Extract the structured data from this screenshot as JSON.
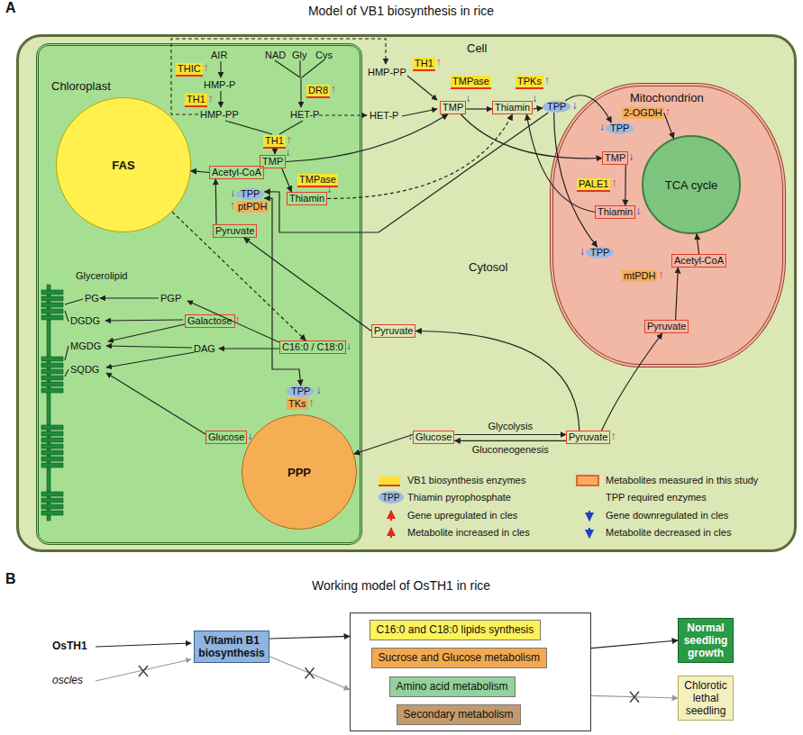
{
  "diagram": {
    "title": "Model of VB1 biosynthesis in rice",
    "nodes": [
      {
        "text": [
          "Cell"
        ]
      },
      {
        "text": [
          "Chloroplast"
        ],
        "in": 0
      },
      {
        "text": [
          "THIC",
          "↑"
        ],
        "in": 1
      },
      {
        "text": [
          "DR8",
          "↑"
        ],
        "in": 1
      },
      {
        "text": [
          "TH1",
          "↑"
        ],
        "in": 1
      },
      {
        "text": [
          "FAS"
        ],
        "in": 1
      },
      {
        "text": [
          "TH1",
          "↑"
        ],
        "in": 1
      },
      {
        "text": [
          "TMP",
          "↓"
        ],
        "in": 1
      },
      {
        "text": [
          "TMPase"
        ],
        "in": 1
      },
      {
        "text": [
          "Acetyl-CoA"
        ],
        "in": 1
      },
      {
        "text": [
          "Thiamin",
          "↓"
        ],
        "in": 1
      },
      {
        "text": [
          "TPP",
          "↓"
        ],
        "in": 1
      },
      {
        "text": [
          "ptPDH",
          "↑"
        ],
        "in": 1
      },
      {
        "text": [
          "Pyruvate"
        ],
        "in": 1
      },
      {
        "text": [
          "Galactose",
          "↑"
        ],
        "in": 1
      },
      {
        "text": [
          "C16:0 / C18:0",
          "↓"
        ],
        "in": 1
      },
      {
        "text": [
          "TPP",
          "↓"
        ],
        "in": 1
      },
      {
        "text": [
          "TKs",
          "↑"
        ],
        "in": 1
      },
      {
        "text": [
          "Glucose",
          "↓"
        ],
        "in": 1
      },
      {
        "text": [
          "PPP"
        ],
        "in": 1
      },
      {
        "text": [
          "TH1",
          "↑"
        ],
        "in": 0
      },
      {
        "text": [
          "TMPase"
        ],
        "in": 0
      },
      {
        "text": [
          "TPKs",
          "↑"
        ],
        "in": 0
      },
      {
        "text": [
          "TMP",
          "↓"
        ],
        "in": 0
      },
      {
        "text": [
          "Thiamin",
          "↓"
        ],
        "in": 0
      },
      {
        "text": [
          "TPP",
          "↓"
        ],
        "in": 0
      },
      {
        "text": [
          "Mitochondrion"
        ],
        "in": 0
      },
      {
        "text": [
          "2-OGDH",
          "↑"
        ],
        "in": 26
      },
      {
        "text": [
          "↓",
          "TPP"
        ],
        "in": 26
      },
      {
        "text": [
          "TCA cycle"
        ],
        "in": 26
      },
      {
        "text": [
          "TMP",
          "↓"
        ],
        "in": 26
      },
      {
        "text": [
          "PALE1",
          "↑"
        ],
        "in": 26
      },
      {
        "text": [
          "Thiamin",
          "↓"
        ],
        "in": 26
      },
      {
        "text": [
          "↓",
          "TPP"
        ],
        "in": 26
      },
      {
        "text": [
          "Acetyl-CoA"
        ],
        "in": 26
      },
      {
        "text": [
          "mtPDH",
          "↑"
        ],
        "in": 26
      },
      {
        "text": [
          "Pyruvate"
        ],
        "in": 26
      },
      {
        "text": [
          "Pyruvate"
        ],
        "in": 0
      },
      {
        "text": [
          "Glucose",
          "↓"
        ],
        "in": 0
      },
      {
        "text": [
          "Pyruvate",
          "↑"
        ],
        "in": 0
      },
      {
        "text": [
          "Vitamin B1 biosynthesis"
        ]
      },
      {
        "text": []
      },
      {
        "text": [
          "C16:0 and C18:0 lipids synthesis"
        ],
        "in": 41
      },
      {
        "text": [
          "Sucrose and Glucose metabolism"
        ],
        "in": 41
      },
      {
        "text": [
          "Amino acid metabolism"
        ],
        "in": 41
      },
      {
        "text": [
          "Secondary metabolism"
        ],
        "in": 41
      },
      {
        "text": [
          "Normal seedling growth"
        ]
      },
      {
        "text": [
          "Chlorotic lethal seedling"
        ]
      }
    ],
    "edges": [
      {
        "from": 7,
        "to": 23,
        "arrow": "to"
      },
      {
        "from": 7,
        "to": 10,
        "arrow": "to"
      },
      {
        "from": 10,
        "to": 24,
        "arrow": "to"
      },
      {
        "from": 23,
        "to": 24,
        "arrow": "to"
      },
      {
        "from": 24,
        "to": 25,
        "arrow": "to"
      },
      {
        "from": 23,
        "to": 30,
        "arrow": "to"
      },
      {
        "from": 30,
        "to": 32,
        "arrow": "to"
      },
      {
        "from": 32,
        "to": 24,
        "arrow": "to"
      },
      {
        "from": 25,
        "to": 28,
        "arrow": "to"
      },
      {
        "from": 25,
        "to": 33,
        "arrow": "to"
      },
      {
        "from": 25,
        "to": 11,
        "arrow": "to"
      },
      {
        "from": 11,
        "to": 16,
        "arrow": "both"
      },
      {
        "from": 13,
        "to": 9,
        "arrow": "to"
      },
      {
        "from": 9,
        "to": 5,
        "arrow": "to"
      },
      {
        "from": 5,
        "to": 15,
        "arrow": "to"
      },
      {
        "from": 37,
        "to": 13,
        "arrow": "to"
      },
      {
        "from": 39,
        "to": 37,
        "arrow": "to"
      },
      {
        "from": 39,
        "to": 36,
        "arrow": "to"
      },
      {
        "from": 38,
        "to": 39,
        "label": "Glycolysis",
        "arrow": "to"
      },
      {
        "from": 39,
        "to": 38,
        "label": "Gluconeogenesis",
        "arrow": "to"
      },
      {
        "from": 38,
        "to": 19,
        "arrow": "to"
      },
      {
        "from": 36,
        "to": 34,
        "arrow": "to"
      },
      {
        "from": 34,
        "to": 29,
        "arrow": "to"
      },
      {
        "from": 27,
        "to": 29,
        "arrow": "to"
      },
      {
        "from": 40,
        "to": 41,
        "arrow": "to"
      },
      {
        "from": 40,
        "to": 41,
        "arrow": "to"
      },
      {
        "from": 41,
        "to": 46,
        "arrow": "to"
      },
      {
        "from": 41,
        "to": 47,
        "arrow": "to"
      }
    ],
    "labels": [
      "A",
      "Working model of OsTH1 in rice",
      "B",
      "AIR",
      "HMP-P",
      "HMP-PP",
      "NAD",
      "Gly",
      "Cys",
      "HET-P",
      "HMP-PP",
      "HET-P",
      "Cytosol",
      "Glycerolipid",
      "PG",
      "PGP",
      "DGDG",
      "MGDG",
      "DAG",
      "SQDG",
      "TPP",
      "OsTH1",
      "oscles"
    ],
    "legend": [
      {
        "text": "VB1 biosynthesis enzymes",
        "color": "#fbe232"
      },
      {
        "text": "Metabolites measured in this study"
      },
      {
        "text": "Thiamin pyrophosphate"
      },
      {
        "text": "TPP required enzymes",
        "color": "#f5ad5a"
      },
      {
        "text": "Gene upregulated in cles"
      },
      {
        "text": "Gene downregulated in cles"
      },
      {
        "text": "Metabolite increased in cles"
      },
      {
        "text": "Metabolite decreased in cles"
      }
    ]
  }
}
